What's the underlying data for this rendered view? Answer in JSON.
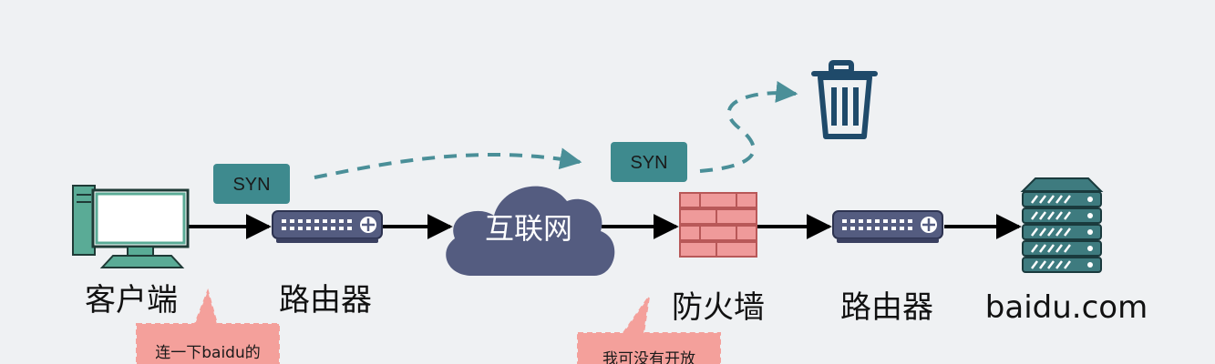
{
  "nodes": {
    "client": "客户端",
    "router1": "路由器",
    "internet": "互联网",
    "firewall": "防火墙",
    "router2": "路由器",
    "server": "baidu.com"
  },
  "packets": {
    "syn1": "SYN",
    "syn2": "SYN"
  },
  "notes": {
    "client": "连一下baidu的",
    "firewall": "我可没有开放"
  },
  "colors": {
    "packet_fill": "#3e8a8e",
    "dashed_arrow": "#4a8f98",
    "cloud": "#545c80",
    "device": "#545c80",
    "brick": "#ef9a9a",
    "brick_border": "#b85858",
    "note_fill": "#f4a09b",
    "trash": "#1f4a6a",
    "pc_green": "#5aab96",
    "server_teal": "#3e7b7f"
  },
  "icons": [
    "desktop-computer-icon",
    "router-icon",
    "cloud-icon",
    "firewall-icon",
    "server-rack-icon",
    "trash-icon"
  ]
}
